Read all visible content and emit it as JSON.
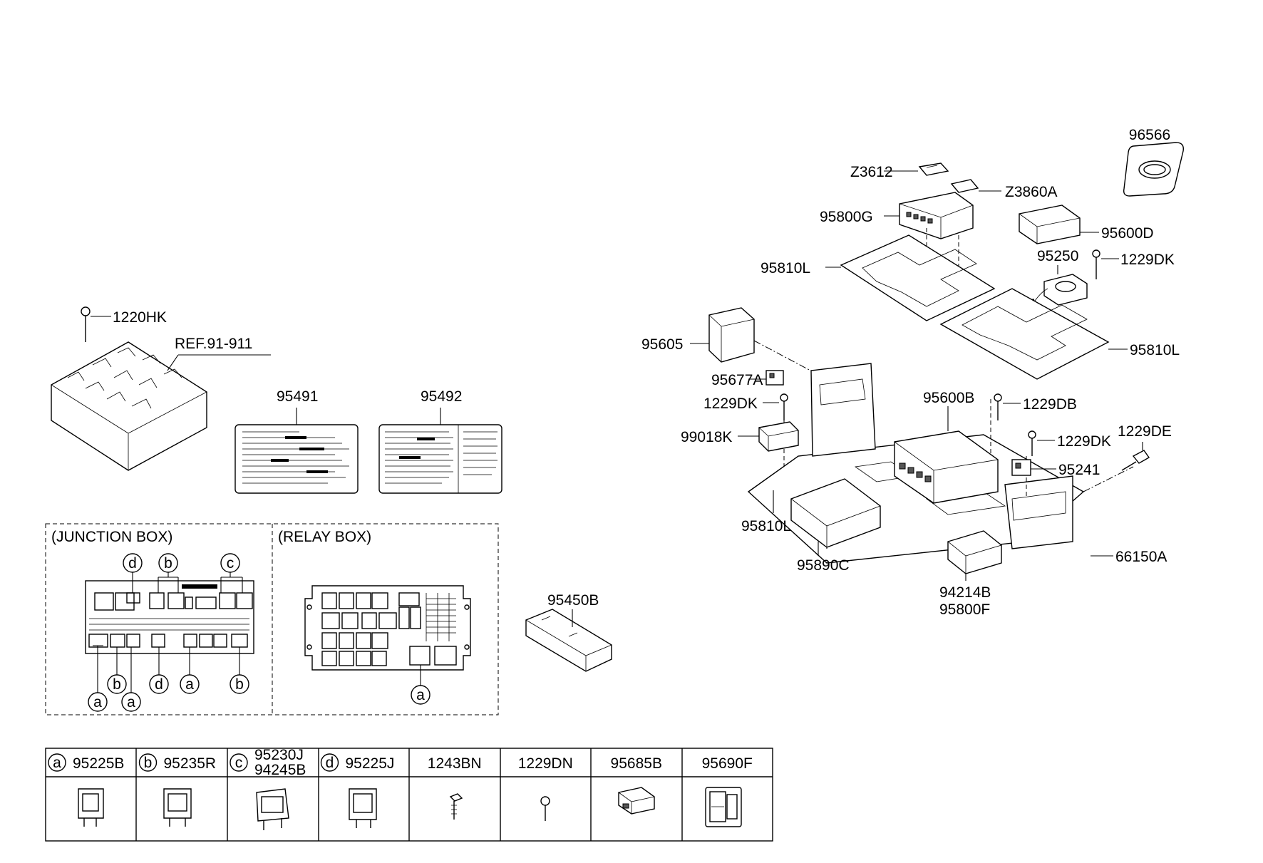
{
  "callouts": {
    "p96566": "96566",
    "pZ3612": "Z3612",
    "pZ3860A": "Z3860A",
    "p95800G": "95800G",
    "p95600D": "95600D",
    "p95250": "95250",
    "p1229DK_top": "1229DK",
    "p95810L_top": "95810L",
    "p95810L_right": "95810L",
    "p95605": "95605",
    "p95677A": "95677A",
    "p1229DK_left": "1229DK",
    "p99018K": "99018K",
    "p95600B": "95600B",
    "p1229DB": "1229DB",
    "p1229DK_mid": "1229DK",
    "p1229DE": "1229DE",
    "p95241": "95241",
    "p95810L_bottom": "95810L",
    "p95890C": "95890C",
    "p66150A": "66150A",
    "p94214B": "94214B",
    "p95800F": "95800F",
    "p1220HK": "1220HK",
    "pREF": "REF.91-911",
    "p95491": "95491",
    "p95492": "95492",
    "p95450B": "95450B"
  },
  "sections": {
    "junction_box": "(JUNCTION BOX)",
    "relay_box": "(RELAY BOX)"
  },
  "markers": {
    "a": "a",
    "b": "b",
    "c": "c",
    "d": "d"
  },
  "parts_table": {
    "columns": [
      {
        "marker": "a",
        "part": "95225B",
        "part2": ""
      },
      {
        "marker": "b",
        "part": "95235R",
        "part2": ""
      },
      {
        "marker": "c",
        "part": "95230J",
        "part2": "94245B"
      },
      {
        "marker": "d",
        "part": "95225J",
        "part2": ""
      },
      {
        "marker": "",
        "part": "1243BN",
        "part2": ""
      },
      {
        "marker": "",
        "part": "1229DN",
        "part2": ""
      },
      {
        "marker": "",
        "part": "95685B",
        "part2": ""
      },
      {
        "marker": "",
        "part": "95690F",
        "part2": ""
      }
    ]
  },
  "icons": [
    "relay-icon",
    "bolt-icon",
    "screw-icon",
    "control-module-icon",
    "fuse-box-icon",
    "label-sticker-icon",
    "bracket-icon",
    "switch-icon",
    "emblem-icon",
    "connector-icon"
  ]
}
